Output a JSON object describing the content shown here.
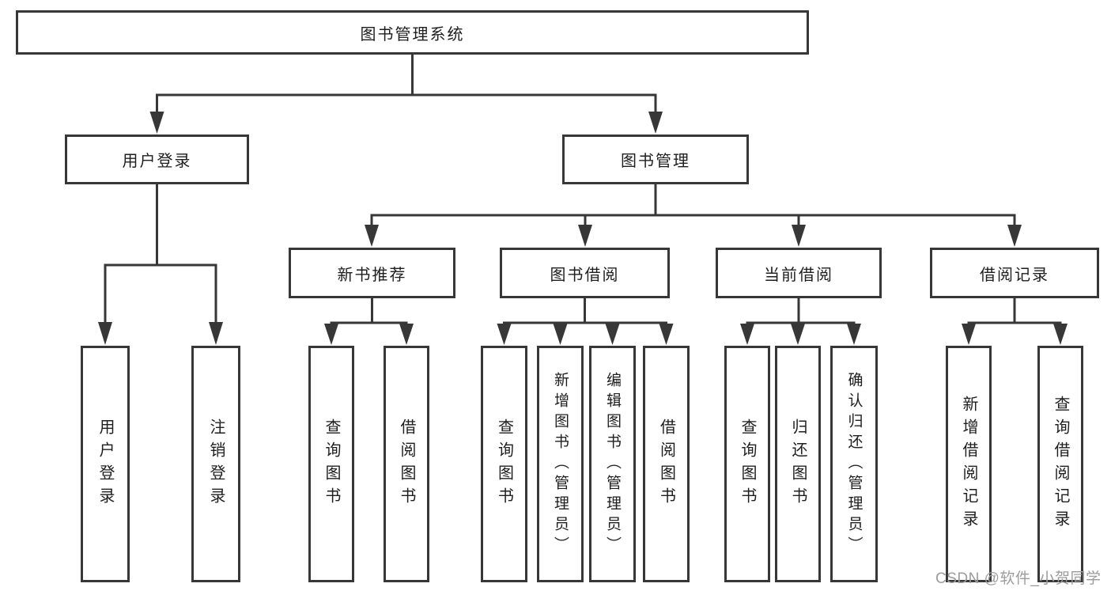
{
  "watermark": "CSDN @软件_小贺同学",
  "colors": {
    "line": "#373737",
    "box_border": "#373737",
    "box_fill": "#ffffff",
    "text": "#1e1e1e",
    "watermark": "#9c9c9c"
  },
  "tree": {
    "root": {
      "label": "图书管理系统",
      "children": [
        {
          "label": "用户登录",
          "children": [
            {
              "label": "用户登录"
            },
            {
              "label": "注销登录"
            }
          ]
        },
        {
          "label": "图书管理",
          "children": [
            {
              "label": "新书推荐",
              "children": [
                {
                  "label": "查询图书"
                },
                {
                  "label": "借阅图书"
                }
              ]
            },
            {
              "label": "图书借阅",
              "children": [
                {
                  "label": "查询图书"
                },
                {
                  "label": "新增图书（管理员）"
                },
                {
                  "label": "编辑图书（管理员）"
                },
                {
                  "label": "借阅图书"
                }
              ]
            },
            {
              "label": "当前借阅",
              "children": [
                {
                  "label": "查询图书"
                },
                {
                  "label": "归还图书"
                },
                {
                  "label": "确认归还（管理员）"
                }
              ]
            },
            {
              "label": "借阅记录",
              "children": [
                {
                  "label": "新增借阅记录"
                },
                {
                  "label": "查询借阅记录"
                }
              ]
            }
          ]
        }
      ]
    }
  }
}
